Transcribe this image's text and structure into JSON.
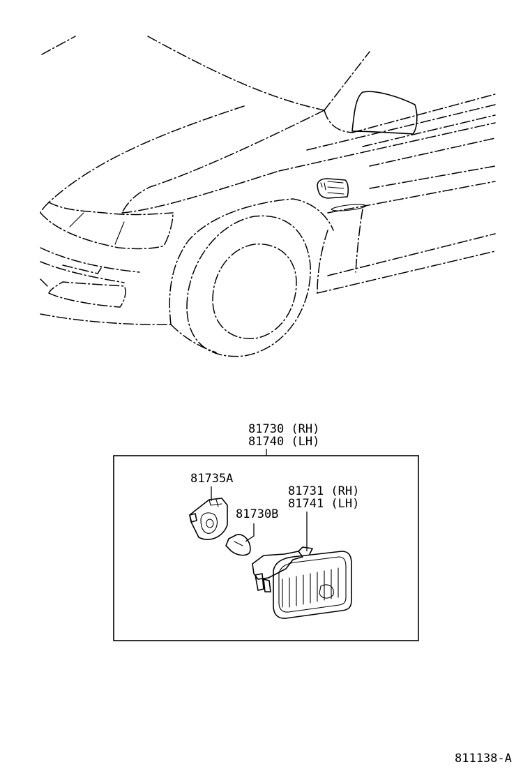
{
  "parts": {
    "assembly_rh": "81730 (RH)",
    "assembly_lh": "81740 (LH)",
    "socket": "81735A",
    "bulb": "81730B",
    "lens_rh": "81731 (RH)",
    "lens_lh": "81741 (LH)"
  },
  "figure_code": "811138-A",
  "icons": [
    "car-front-outline",
    "side-marker-lamp",
    "bulb-socket",
    "bulb",
    "lamp-lens"
  ]
}
